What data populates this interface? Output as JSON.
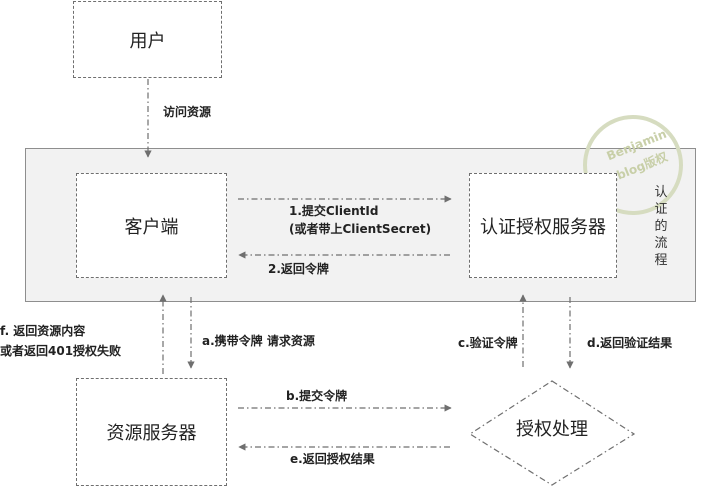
{
  "nodes": {
    "user": "用户",
    "client": "客户端",
    "auth_server": "认证授权服务器",
    "resource_server": "资源服务器",
    "auth_process": "授权处理"
  },
  "flow_title": [
    "认",
    "证",
    "的",
    "流",
    "程"
  ],
  "edges": {
    "access_resource": "访问资源",
    "submit_client_id_1": "1.提交ClientId",
    "submit_client_id_2": "(或者带上ClientSecret)",
    "return_token": "2.返回令牌",
    "carry_token": "a.携带令牌 请求资源",
    "submit_token": "b.提交令牌",
    "verify_token": "c.验证令牌",
    "return_verify_result": "d.返回验证结果",
    "return_auth_result": "e.返回授权结果",
    "return_content_1": "f. 返回资源内容",
    "return_content_2": "或者返回401授权失败"
  },
  "watermark": {
    "line1": "Benjamin",
    "line2": "cnblog版权"
  },
  "colors": {
    "line": "#6f6f6f",
    "panel": "#f2f2f2",
    "watermark": "#c8cfa8"
  }
}
